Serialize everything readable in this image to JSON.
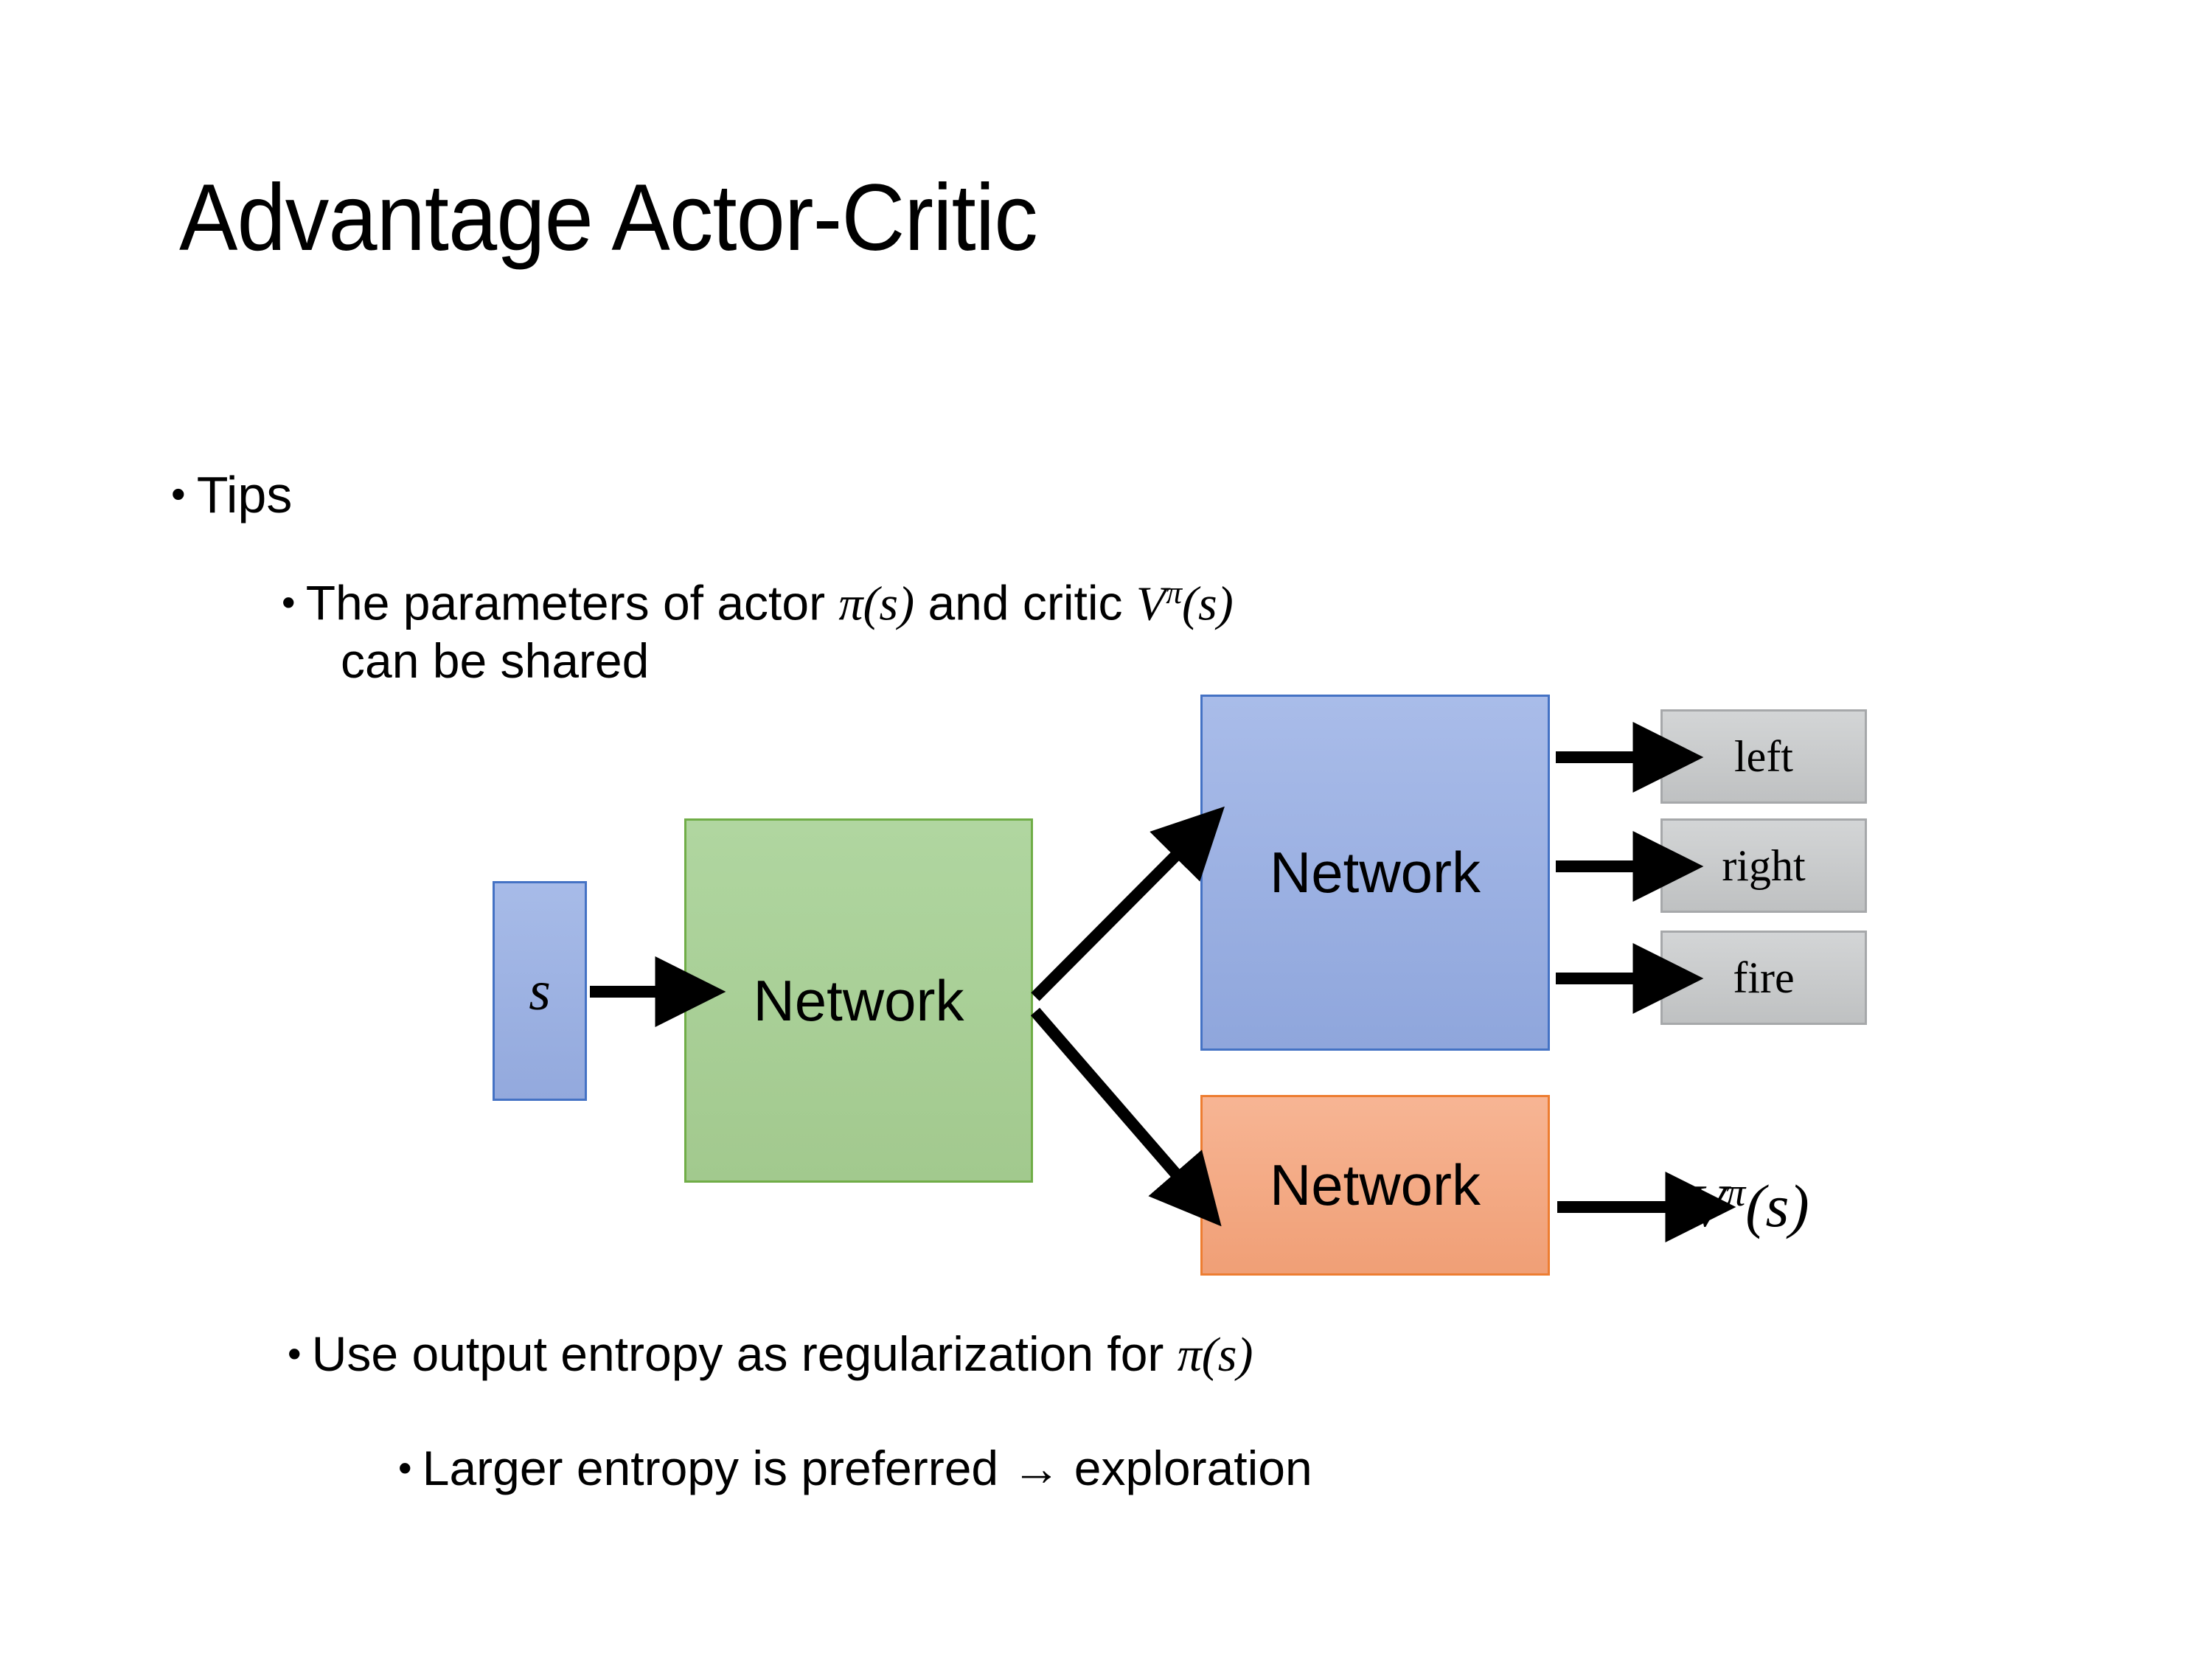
{
  "slide": {
    "title": "Advantage Actor-Critic",
    "background_color": "#ffffff",
    "text_color": "#000000"
  },
  "bullets": {
    "level1": {
      "marker": "•",
      "text": "Tips"
    },
    "level2_a_line1_pre": "The parameters of actor ",
    "level2_a_math1": "π(s)",
    "level2_a_mid": "  and critic ",
    "level2_a_math2_base": "V",
    "level2_a_math2_sup": "π",
    "level2_a_math2_arg": "(s)",
    "level2_a_line2": "can be shared",
    "level2_b_pre": "Use output entropy as regularization for ",
    "level2_b_math": "π(s)",
    "level3_c": "Larger entropy is preferred → exploration",
    "marker": "•"
  },
  "diagram": {
    "state_box": {
      "label": "s",
      "fill": "#9aaee0",
      "border": "#4472c4"
    },
    "shared_network": {
      "label": "Network",
      "fill": "#a8ce96",
      "border": "#70ad47"
    },
    "actor_network": {
      "label": "Network",
      "fill": "#9aaee0",
      "border": "#4472c4"
    },
    "critic_network": {
      "label": "Network",
      "fill": "#f4a881",
      "border": "#ed7d31"
    },
    "actions": [
      {
        "label": "left",
        "fill": "#c6c8ca",
        "border": "#a6a8aa"
      },
      {
        "label": "right",
        "fill": "#c6c8ca",
        "border": "#a6a8aa"
      },
      {
        "label": "fire",
        "fill": "#c6c8ca",
        "border": "#a6a8aa"
      }
    ],
    "value_output": {
      "base": "V",
      "sup": "π",
      "arg": "(s)"
    },
    "arrow_color": "#000000"
  }
}
